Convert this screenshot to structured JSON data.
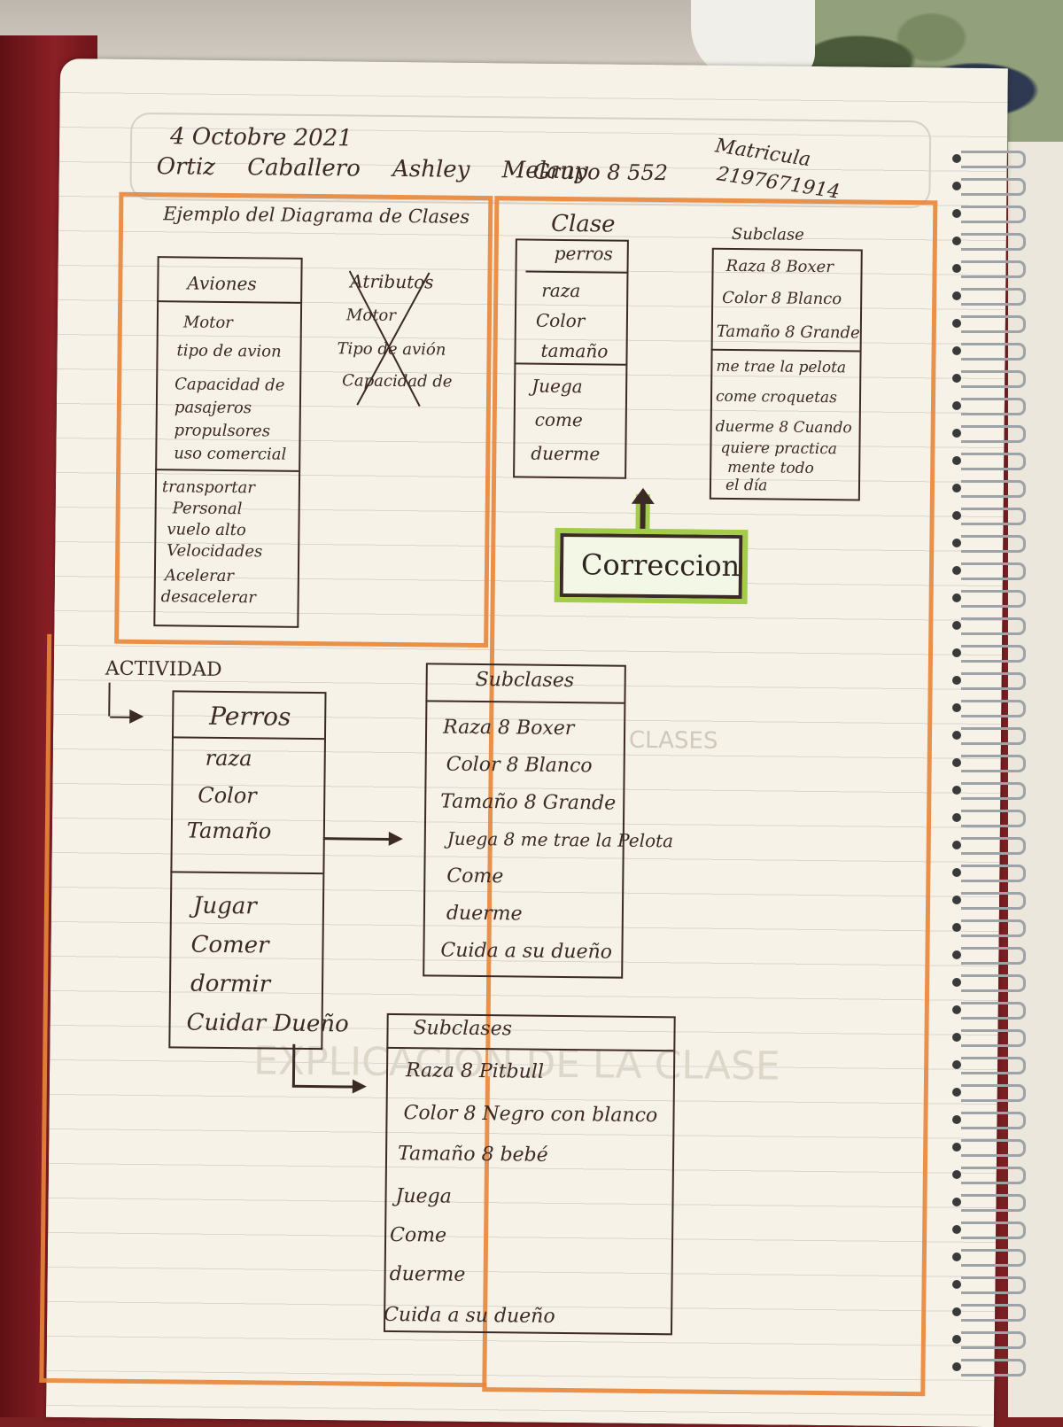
{
  "header": {
    "date": "4 Octobre 2021",
    "name": "Ortiz Caballero Ashley Melany",
    "group": "Grupo 8 552",
    "matricula_label": "Matricula",
    "matricula": "2197671914"
  },
  "example": {
    "title": "Ejemplo del Diagrama de Clases",
    "class_name": "Aviones",
    "attributes": [
      "Motor",
      "tipo de avion",
      "Capacidad de",
      "pasajeros",
      "propulsores",
      "uso comercial"
    ],
    "methods": [
      "transportar",
      "Personal",
      "vuelo alto",
      "Velocidades",
      "Acelerar",
      "desacelerar"
    ],
    "crossed_title": "Atributos",
    "crossed_items": [
      "Motor",
      "Tipo de avión",
      "Capacidad de"
    ]
  },
  "clase": {
    "label": "Clase",
    "name": "perros",
    "attributes": [
      "raza",
      "Color",
      "tamaño"
    ],
    "methods": [
      "Juega",
      "come",
      "duerme"
    ]
  },
  "subclase_top": {
    "label": "Subclase",
    "attributes": [
      "Raza 8 Boxer",
      "Color 8 Blanco",
      "Tamaño 8 Grande"
    ],
    "methods": [
      "me trae la pelota",
      "come croquetas",
      "duerme 8 Cuando",
      "quiere practica",
      "mente todo",
      "el día"
    ]
  },
  "correccion": {
    "label": "Correccion"
  },
  "actividad": {
    "label": "ACTIVIDAD",
    "class_name": "Perros",
    "attributes": [
      "raza",
      "Color",
      "Tamaño"
    ],
    "methods": [
      "Jugar",
      "Comer",
      "dormir",
      "Cuidar Dueño"
    ]
  },
  "subclases_1": {
    "title": "Subclases",
    "items": [
      "Raza 8 Boxer",
      "Color 8 Blanco",
      "Tamaño 8 Grande",
      "Juega 8 me trae la Pelota",
      "Come",
      "duerme",
      "Cuida a su dueño"
    ]
  },
  "subclases_2": {
    "title": "Subclases",
    "items": [
      "Raza 8 Pitbull",
      "Color 8 Negro con blanco",
      "Tamaño 8 bebé",
      "Juega",
      "Come",
      "duerme",
      "Cuida a su dueño"
    ]
  },
  "colors": {
    "frame": "#e8863a",
    "ink": "#3c2a25",
    "highlight": "#a3cc4a",
    "paper": "#f6f2e8"
  }
}
